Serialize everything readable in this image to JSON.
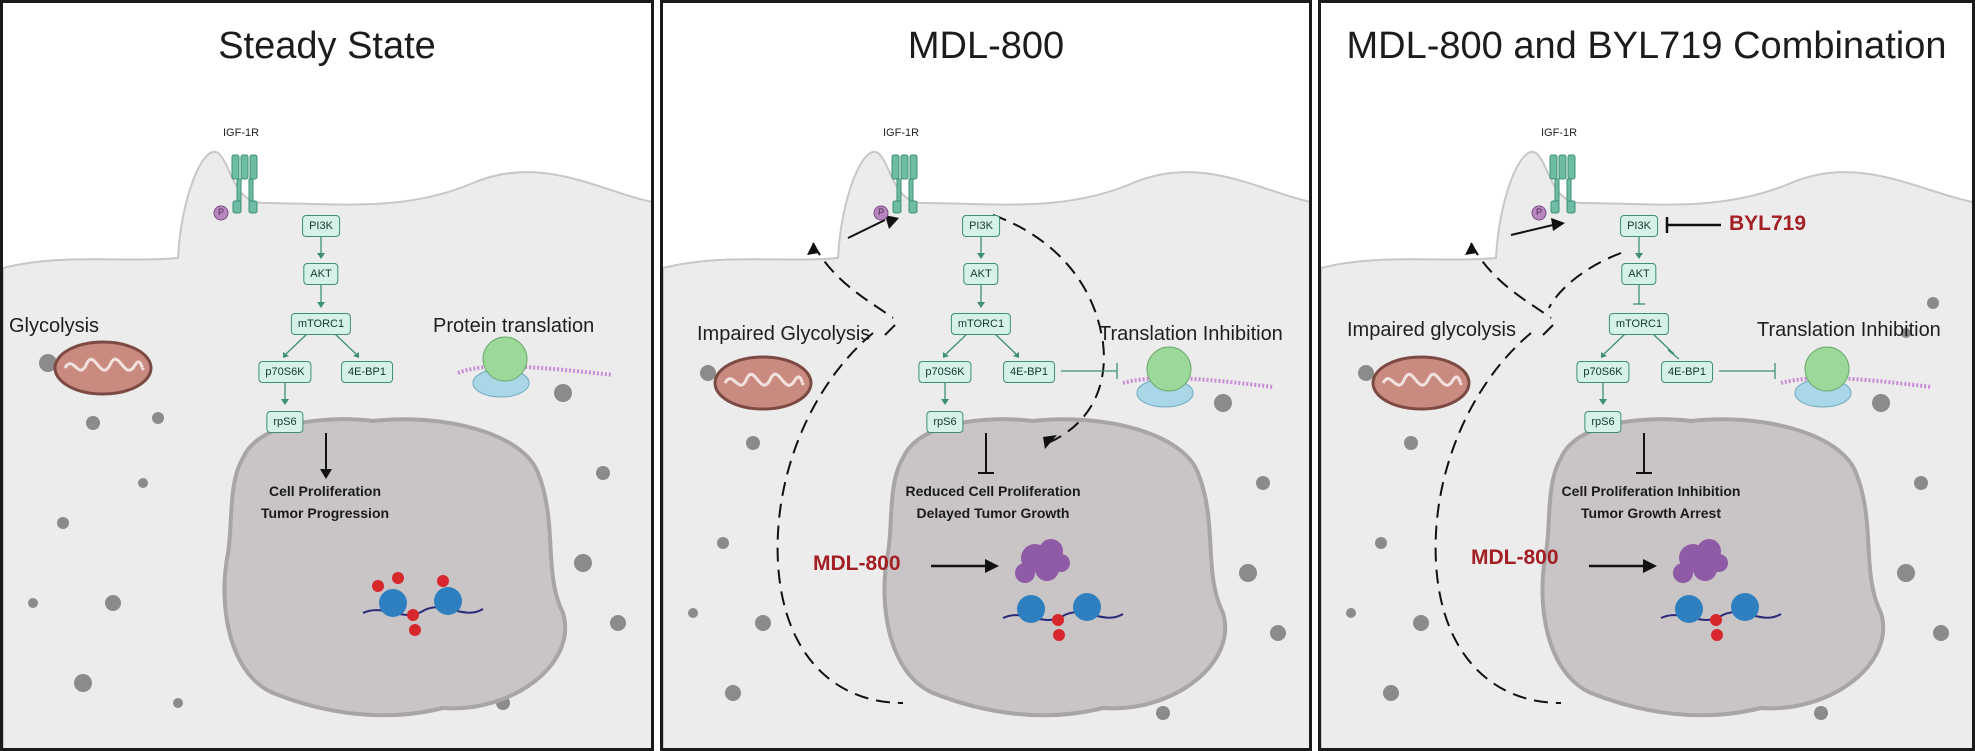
{
  "panels": [
    {
      "title": "Steady State",
      "receptor": "IGF-1R",
      "phospho": "P",
      "nodes": {
        "pi3k": "PI3K",
        "akt": "AKT",
        "mtorc1": "mTORC1",
        "p70s6k": "p70S6K",
        "bp1": "4E-BP1",
        "rps6": "rpS6"
      },
      "left_label": "Glycolysis",
      "right_label": "Protein translation",
      "outcome_1": "Cell Proliferation",
      "outcome_2": "Tumor Progression"
    },
    {
      "title": "MDL-800",
      "receptor": "IGF-1R",
      "phospho": "P",
      "nodes": {
        "pi3k": "PI3K",
        "akt": "AKT",
        "mtorc1": "mTORC1",
        "p70s6k": "p70S6K",
        "bp1": "4E-BP1",
        "rps6": "rpS6"
      },
      "left_label": "Impaired Glycolysis",
      "right_label": "Translation Inhibition",
      "outcome_1": "Reduced Cell Proliferation",
      "outcome_2": "Delayed Tumor Growth",
      "drug": "MDL-800"
    },
    {
      "title": "MDL-800 and BYL719 Combination",
      "receptor": "IGF-1R",
      "phospho": "P",
      "nodes": {
        "pi3k": "PI3K",
        "akt": "AKT",
        "mtorc1": "mTORC1",
        "p70s6k": "p70S6K",
        "bp1": "4E-BP1",
        "rps6": "rpS6"
      },
      "left_label": "Impaired glycolysis",
      "right_label": "Translation Inhibition",
      "outcome_1": "Cell Proliferation Inhibition",
      "outcome_2": "Tumor Growth Arrest",
      "drug": "MDL-800",
      "inhibitor": "BYL719"
    }
  ],
  "colors": {
    "cell": "#ececec",
    "nucleus": "#c9c5c6",
    "node_fill": "#d6f1e8",
    "node_border": "#3d8f78",
    "drug_text": "#a31f24",
    "mitochondria": "#c98a80",
    "ribosome": "#9bd89a",
    "mrna": "#c98bd8",
    "sirt6": "#8f5aa6"
  }
}
